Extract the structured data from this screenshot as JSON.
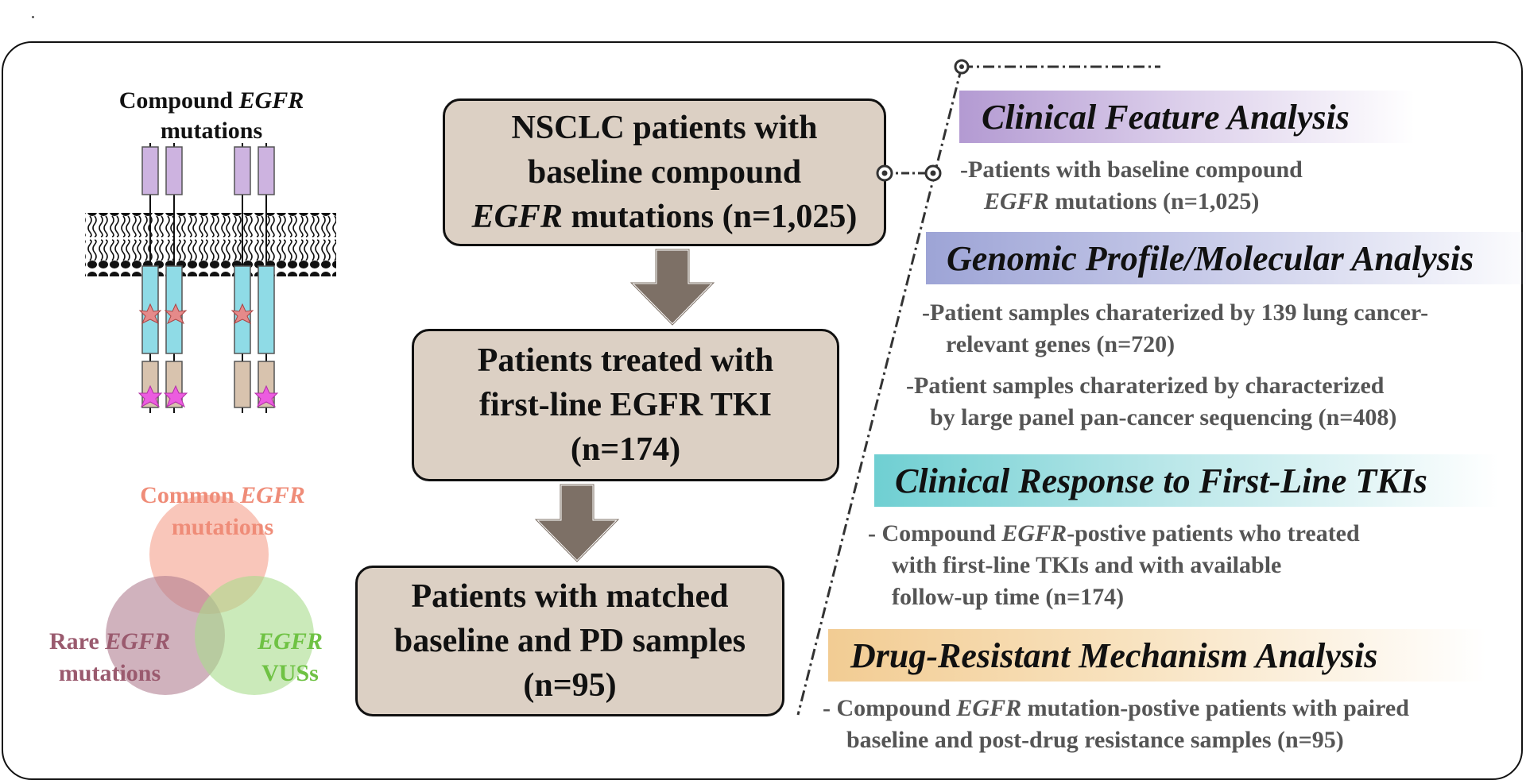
{
  "left": {
    "compound_title_line1_pre": "Compound",
    "compound_title_gene": "EGFR",
    "compound_title_line2": "mutations",
    "venn": {
      "common_pre": "Common",
      "common_gene": "EGFR",
      "common_post": "mutations",
      "rare_pre": "Rare",
      "rare_gene": "EGFR",
      "rare_post": "mutations",
      "vus_gene": "EGFR",
      "vus_post": "VUSs"
    }
  },
  "flow": {
    "box1": {
      "line1": "NSCLC patients with",
      "line2": "baseline compound",
      "line3_gene": "EGFR",
      "line3_post": " mutations (n=1,025)"
    },
    "box2": {
      "line1": "Patients treated with",
      "line2": "first-line EGFR TKI",
      "line3": "(n=174)"
    },
    "box3": {
      "line1": "Patients with matched",
      "line2": "baseline and PD samples",
      "line3": "(n=95)"
    }
  },
  "sections": {
    "clinical_feature": {
      "title": "Clinical Feature Analysis",
      "desc_line1": "-Patients with baseline compound",
      "desc_line2_gene": "EGFR",
      "desc_line2_post": " mutations (n=1,025)"
    },
    "genomic": {
      "title": "Genomic Profile/Molecular Analysis",
      "item1_line1": "-Patient samples charaterized by 139 lung cancer-",
      "item1_line2": "relevant genes (n=720)",
      "item2_line1": "-Patient samples charaterized by characterized",
      "item2_line2": "by large panel pan-cancer sequencing (n=408)"
    },
    "clinical_response": {
      "title": "Clinical Response to First-Line TKIs",
      "desc_pre": "- Compound ",
      "desc_gene": "EGFR",
      "desc_line1_post": "-postive patients who treated",
      "desc_line2": "with first-line TKIs and with available",
      "desc_line3": "follow-up time (n=174)"
    },
    "drug_resistance": {
      "title": "Drug-Resistant Mechanism Analysis",
      "desc_pre": "- Compound ",
      "desc_gene": "EGFR",
      "desc_line1_post": " mutation-postive patients with paired",
      "desc_line2": "baseline and post-drug resistance samples (n=95)"
    }
  },
  "colors": {
    "box_fill": "#dcd0c4",
    "arrow_fill": "#7d7066",
    "venn_common": "#f5a08c",
    "venn_rare": "#b07f91",
    "venn_vus": "#a8dc8c"
  }
}
